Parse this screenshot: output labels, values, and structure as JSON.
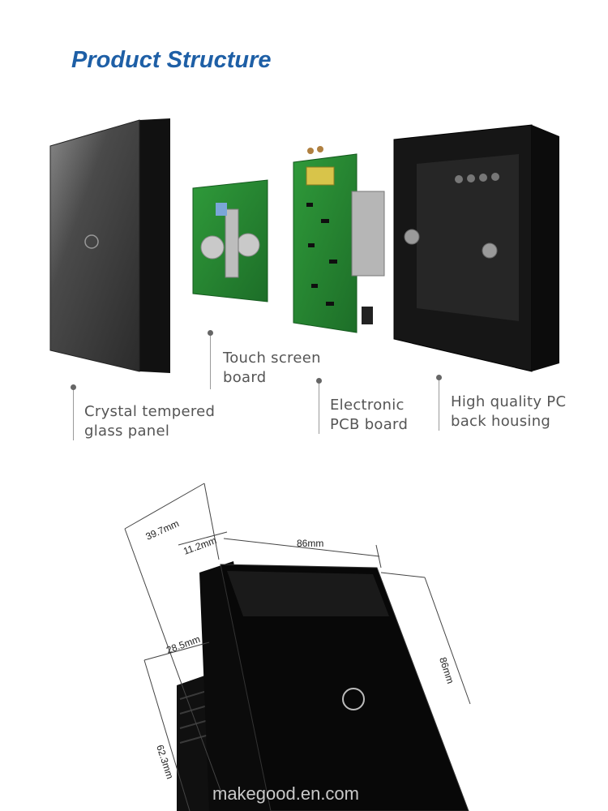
{
  "title": "Product Structure",
  "components": [
    {
      "line1": "Touch screen",
      "line2": "board"
    },
    {
      "line1": "Crystal tempered",
      "line2": "glass panel"
    },
    {
      "line1": "Electronic",
      "line2": "PCB board"
    },
    {
      "line1": "High quality PC",
      "line2": "back housing"
    }
  ],
  "dimensions": {
    "depth_total": "39.7mm",
    "glass_thickness": "11.2mm",
    "width": "86mm",
    "height": "86mm",
    "housing_depth": "28.5mm",
    "housing_height": "62.3mm"
  },
  "watermark": "makegood.en.com"
}
